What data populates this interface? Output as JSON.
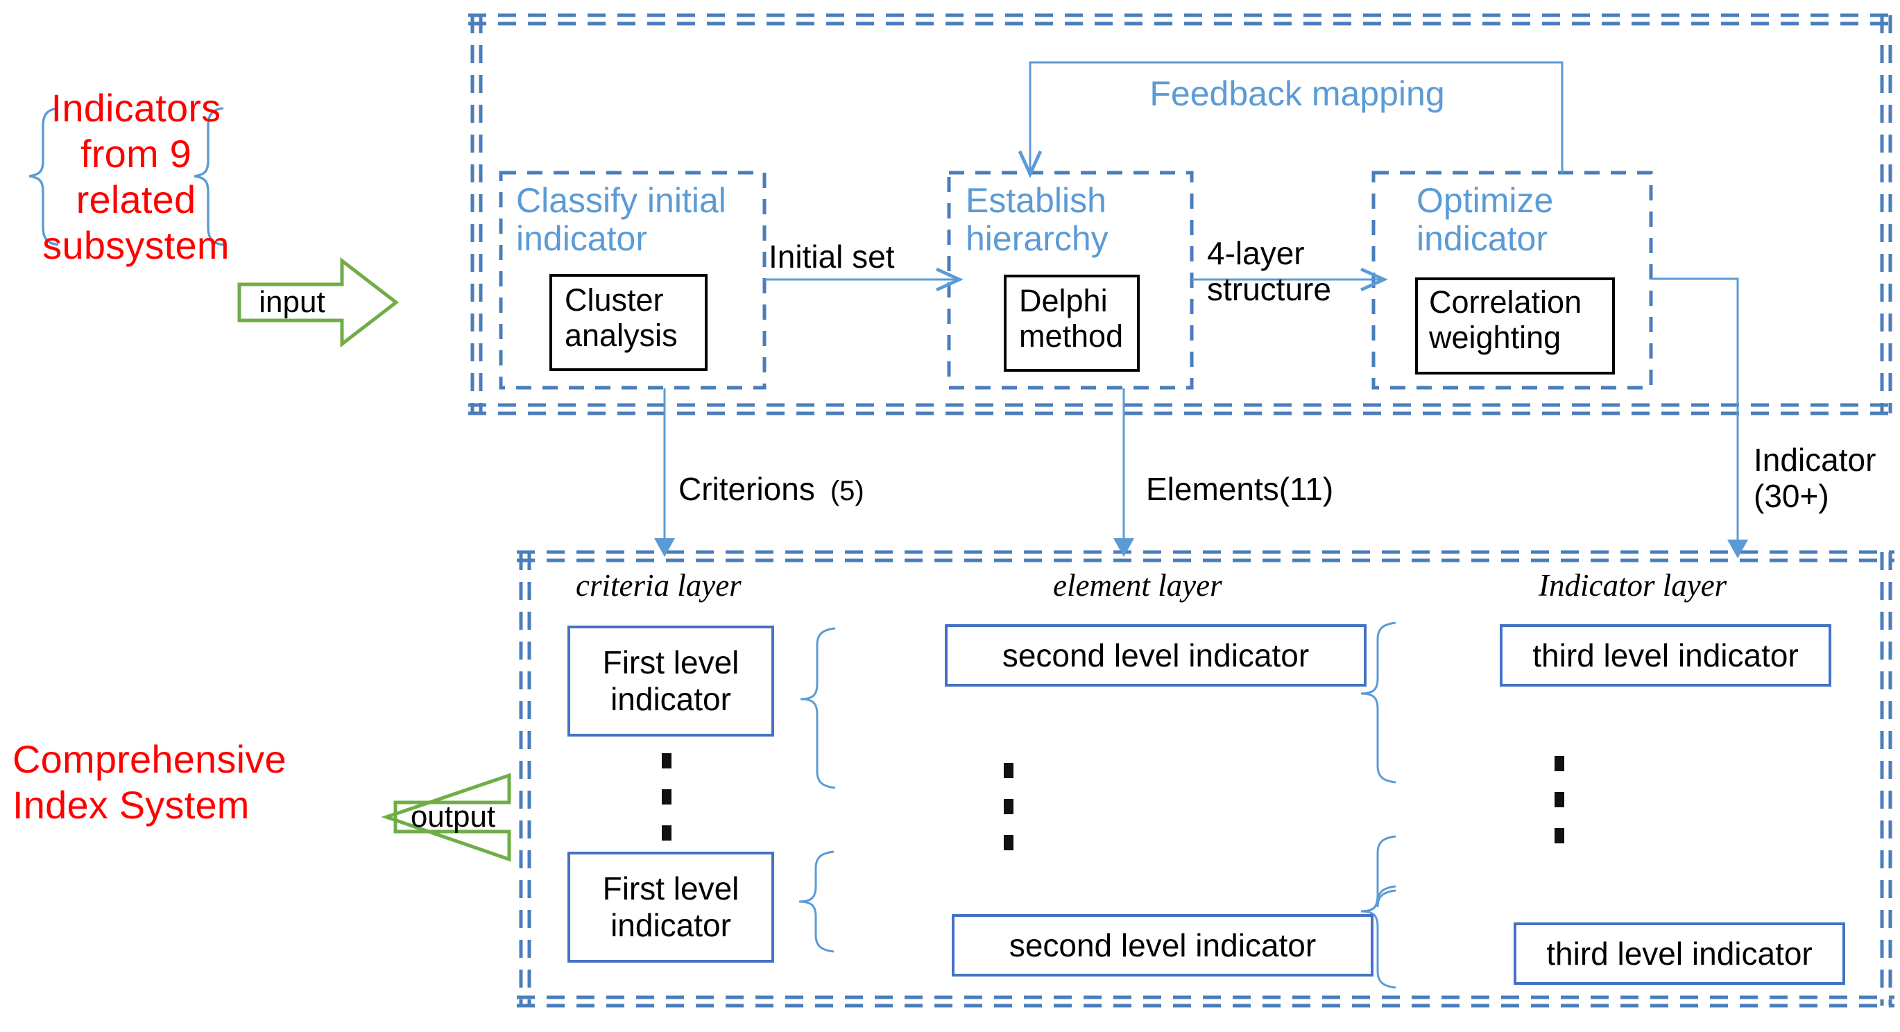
{
  "diagram": {
    "title_hidden": "",
    "colors": {
      "accent_blue": "#5B9BD5",
      "frame_blue": "#4A7EBB",
      "box_blue": "#4472C4",
      "red": "#FF0000",
      "green": "#70AD47",
      "black": "#000000"
    },
    "source": {
      "text_line1": "Indicators",
      "text_line2": "from 9 related",
      "text_line3": "subsystem",
      "bracket": "curly-bracket"
    },
    "input_arrow": {
      "label": "input"
    },
    "output_arrow": {
      "label": "output"
    },
    "result": {
      "text_line1": "Comprehensive",
      "text_line2": "Index System"
    },
    "process": {
      "feedback_label": "Feedback mapping",
      "steps": [
        {
          "caption_line1": "Classify initial",
          "caption_line2": "indicator",
          "method_line1": "Cluster",
          "method_line2": "analysis"
        },
        {
          "caption_line1": "Establish",
          "caption_line2": "hierarchy",
          "method_line1": "Delphi",
          "method_line2": "method"
        },
        {
          "caption_line1": "Optimize",
          "caption_line2": "indicator",
          "method_line1": "Correlation",
          "method_line2": "weighting"
        }
      ],
      "connectors": [
        {
          "line1": "Initial set",
          "line2": ""
        },
        {
          "line1": "4-layer",
          "line2": "structure"
        }
      ]
    },
    "descent_labels": [
      {
        "line1": "Criterions",
        "line2": "(5)"
      },
      {
        "line1": "Elements(11)",
        "line2": ""
      },
      {
        "line1": "Indicator",
        "line2": "(30+)"
      }
    ],
    "hierarchy": {
      "layer_captions": [
        "criteria layer",
        "element layer",
        "Indicator layer"
      ],
      "rows": [
        {
          "criteria": "First level\nindicator",
          "criteria_line1": "First level",
          "criteria_line2": "indicator",
          "element": "second level indicator",
          "indicator": "third level indicator"
        },
        {
          "criteria_line1": "First level",
          "criteria_line2": "indicator",
          "element": "second level indicator",
          "indicator": "third level indicator"
        }
      ],
      "ellipsis_glyph": "⋮",
      "ellipsis_count": 3
    }
  }
}
